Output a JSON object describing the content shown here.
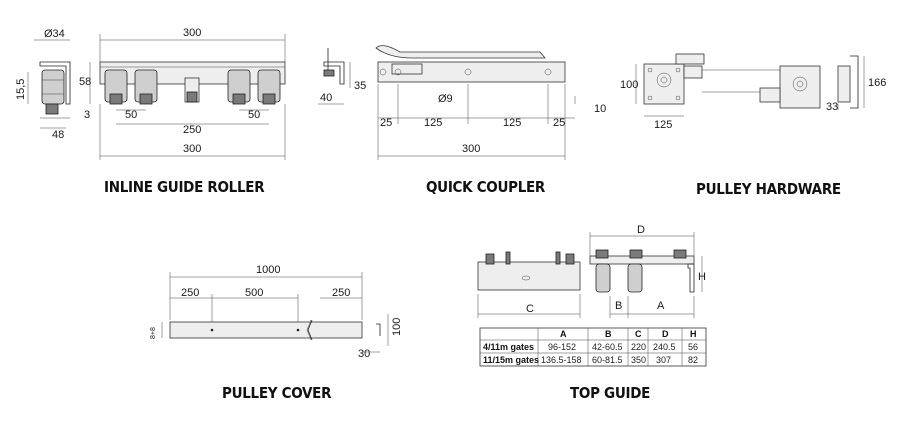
{
  "inline_guide_roller": {
    "title": "INLINE GUIDE ROLLER",
    "dims": {
      "d34": "Ø34",
      "d300_top": "300",
      "d15_5": "15,5",
      "d58": "58",
      "d48": "48",
      "d3": "3",
      "d50_left": "50",
      "d50_right": "50",
      "d250": "250",
      "d300_bottom": "300"
    }
  },
  "quick_coupler": {
    "title": "QUICK COUPLER",
    "dims": {
      "d35": "35",
      "d40": "40",
      "d9": "Ø9",
      "d10": "10",
      "d25_left": "25",
      "d125_left": "125",
      "d125_right": "125",
      "d25_right": "25",
      "d300": "300"
    }
  },
  "pulley_hardware": {
    "title": "PULLEY HARDWARE",
    "dims": {
      "d100": "100",
      "d125": "125",
      "d33": "33",
      "d166": "166"
    }
  },
  "pulley_cover": {
    "title": "PULLEY COVER",
    "dims": {
      "d1000": "1000",
      "d250_left": "250",
      "d500": "500",
      "d250_right": "250",
      "d100": "100",
      "d30": "30",
      "d8": "8+8"
    }
  },
  "top_guide": {
    "title": "TOP GUIDE",
    "dims": {
      "dD": "D",
      "dH": "H",
      "dC": "C",
      "dB": "B",
      "dA": "A"
    },
    "table": {
      "headers": [
        "",
        "A",
        "B",
        "C",
        "D",
        "H"
      ],
      "rows": [
        [
          "4/11m gates",
          "96-152",
          "42-60.5",
          "220",
          "240.5",
          "56"
        ],
        [
          "11/15m gates",
          "136.5-158",
          "60-81.5",
          "350",
          "307",
          "82"
        ]
      ]
    }
  }
}
